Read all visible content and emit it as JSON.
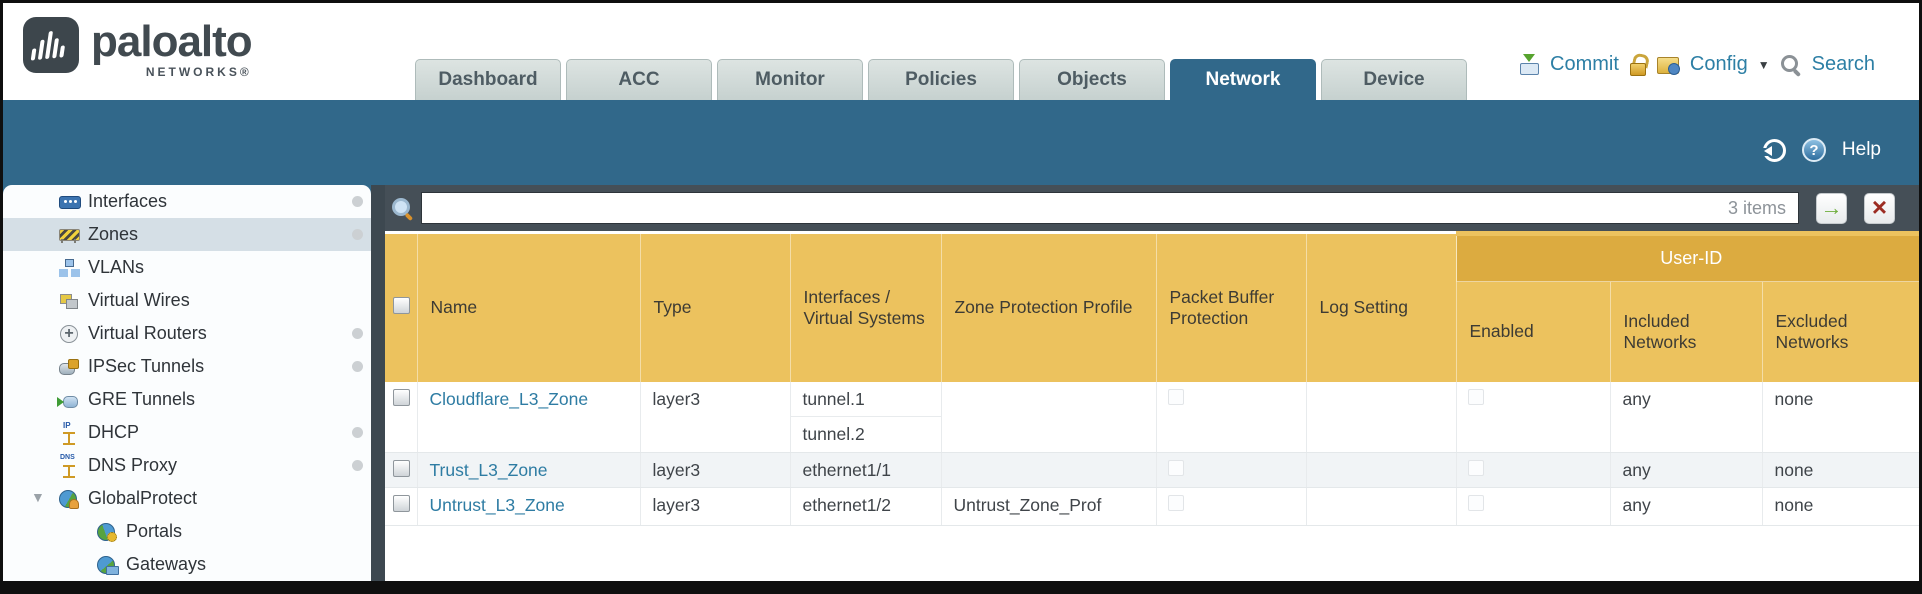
{
  "brand": {
    "logo_text": "paloalto",
    "logo_sub": "NETWORKS®"
  },
  "nav_tabs": [
    {
      "label": "Dashboard",
      "active": false
    },
    {
      "label": "ACC",
      "active": false
    },
    {
      "label": "Monitor",
      "active": false
    },
    {
      "label": "Policies",
      "active": false
    },
    {
      "label": "Objects",
      "active": false
    },
    {
      "label": "Network",
      "active": true
    },
    {
      "label": "Device",
      "active": false
    }
  ],
  "header_actions": {
    "commit": "Commit",
    "config": "Config",
    "search": "Search"
  },
  "banner": {
    "help": "Help"
  },
  "icons": {
    "apply_arrow": "→",
    "clear_x": "×",
    "help_q": "?",
    "config_caret": "▼",
    "expander_open": "▼"
  },
  "sidebar": [
    {
      "label": "Interfaces",
      "icon": "interfaces-icon",
      "selected": false,
      "has_dot": true
    },
    {
      "label": "Zones",
      "icon": "zones-icon",
      "selected": true,
      "has_dot": true
    },
    {
      "label": "VLANs",
      "icon": "vlans-icon",
      "selected": false,
      "has_dot": false
    },
    {
      "label": "Virtual Wires",
      "icon": "virtual-wires-icon",
      "selected": false,
      "has_dot": false
    },
    {
      "label": "Virtual Routers",
      "icon": "virtual-routers-icon",
      "selected": false,
      "has_dot": true
    },
    {
      "label": "IPSec Tunnels",
      "icon": "ipsec-tunnels-icon",
      "selected": false,
      "has_dot": true
    },
    {
      "label": "GRE Tunnels",
      "icon": "gre-tunnels-icon",
      "selected": false,
      "has_dot": false
    },
    {
      "label": "DHCP",
      "icon": "dhcp-icon",
      "selected": false,
      "has_dot": true
    },
    {
      "label": "DNS Proxy",
      "icon": "dns-proxy-icon",
      "selected": false,
      "has_dot": true
    },
    {
      "label": "GlobalProtect",
      "icon": "globalprotect-icon",
      "selected": false,
      "has_dot": false,
      "expanded": true
    },
    {
      "label": "Portals",
      "icon": "portals-icon",
      "selected": false,
      "sub_item": true
    },
    {
      "label": "Gateways",
      "icon": "gateways-icon",
      "selected": false,
      "sub_item": true
    }
  ],
  "toolbar": {
    "items_count": "3 items",
    "filter_value": ""
  },
  "table": {
    "group_header": "User-ID",
    "columns": {
      "name": "Name",
      "type": "Type",
      "interfaces": "Interfaces / Virtual Systems",
      "zpp": "Zone Protection Profile",
      "pbp": "Packet Buffer Protection",
      "log": "Log Setting",
      "enabled": "Enabled",
      "included": "Included Networks",
      "excluded": "Excluded Networks"
    },
    "rows": [
      {
        "name": "Cloudflare_L3_Zone",
        "type": "layer3",
        "interfaces": [
          "tunnel.1",
          "tunnel.2"
        ],
        "zone_protection_profile": "",
        "log_setting": "",
        "included_networks": "any",
        "excluded_networks": "none"
      },
      {
        "name": "Trust_L3_Zone",
        "type": "layer3",
        "interfaces": [
          "ethernet1/1"
        ],
        "zone_protection_profile": "",
        "log_setting": "",
        "included_networks": "any",
        "excluded_networks": "none"
      },
      {
        "name": "Untrust_L3_Zone",
        "type": "layer3",
        "interfaces": [
          "ethernet1/2"
        ],
        "zone_protection_profile": "Untrust_Zone_Prof",
        "log_setting": "",
        "included_networks": "any",
        "excluded_networks": "none"
      }
    ]
  },
  "colors": {
    "banner_teal": "#31688a",
    "toolbar_slate": "#454f57",
    "header_orange": "#ecc25e",
    "userid_band": "#dcab40",
    "link_blue": "#2e7ca3",
    "action_link_blue": "#2d7fa5"
  }
}
